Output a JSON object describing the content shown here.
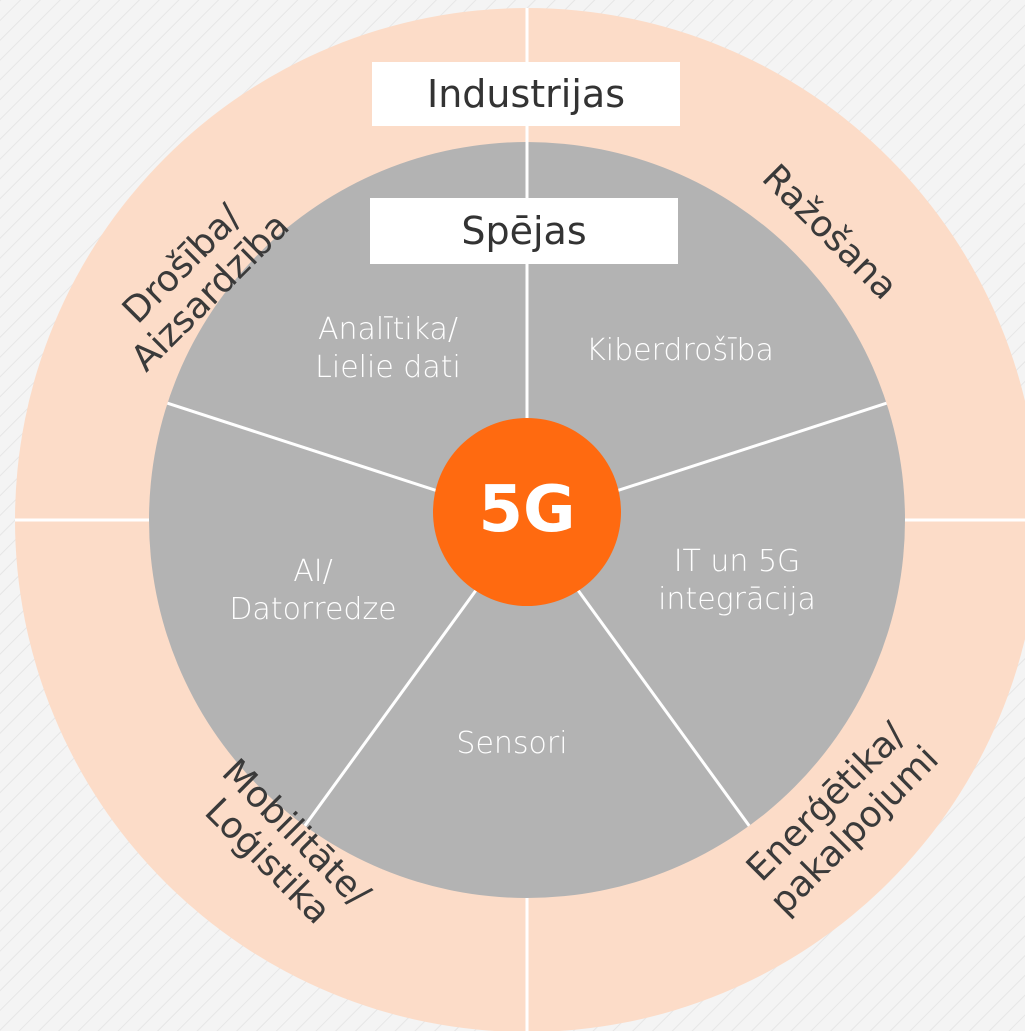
{
  "diagram": {
    "outer_label": "Industrijas",
    "inner_label": "Spējas",
    "center_label": "5G",
    "colors": {
      "background": "#f4f4f4",
      "ring": "#fcdcc8",
      "segments": "#b3b3b3",
      "center": "#ff6a10",
      "divider": "#ffffff"
    },
    "capabilities": [
      {
        "lines": [
          "Analītika/",
          "Lielie dati"
        ]
      },
      {
        "lines": [
          "Kiberdrošība"
        ]
      },
      {
        "lines": [
          "IT un 5G",
          "integrācija"
        ]
      },
      {
        "lines": [
          "Sensori"
        ]
      },
      {
        "lines": [
          "AI/",
          "Datorredze"
        ]
      }
    ],
    "industries": [
      {
        "lines": [
          "Drošība/",
          "Aizsardzība"
        ]
      },
      {
        "lines": [
          "Ražošana"
        ]
      },
      {
        "lines": [
          "Enerģētika/",
          "pakalpojumi"
        ]
      },
      {
        "lines": [
          "Mobilitāte/",
          "Loģistika"
        ]
      }
    ]
  }
}
